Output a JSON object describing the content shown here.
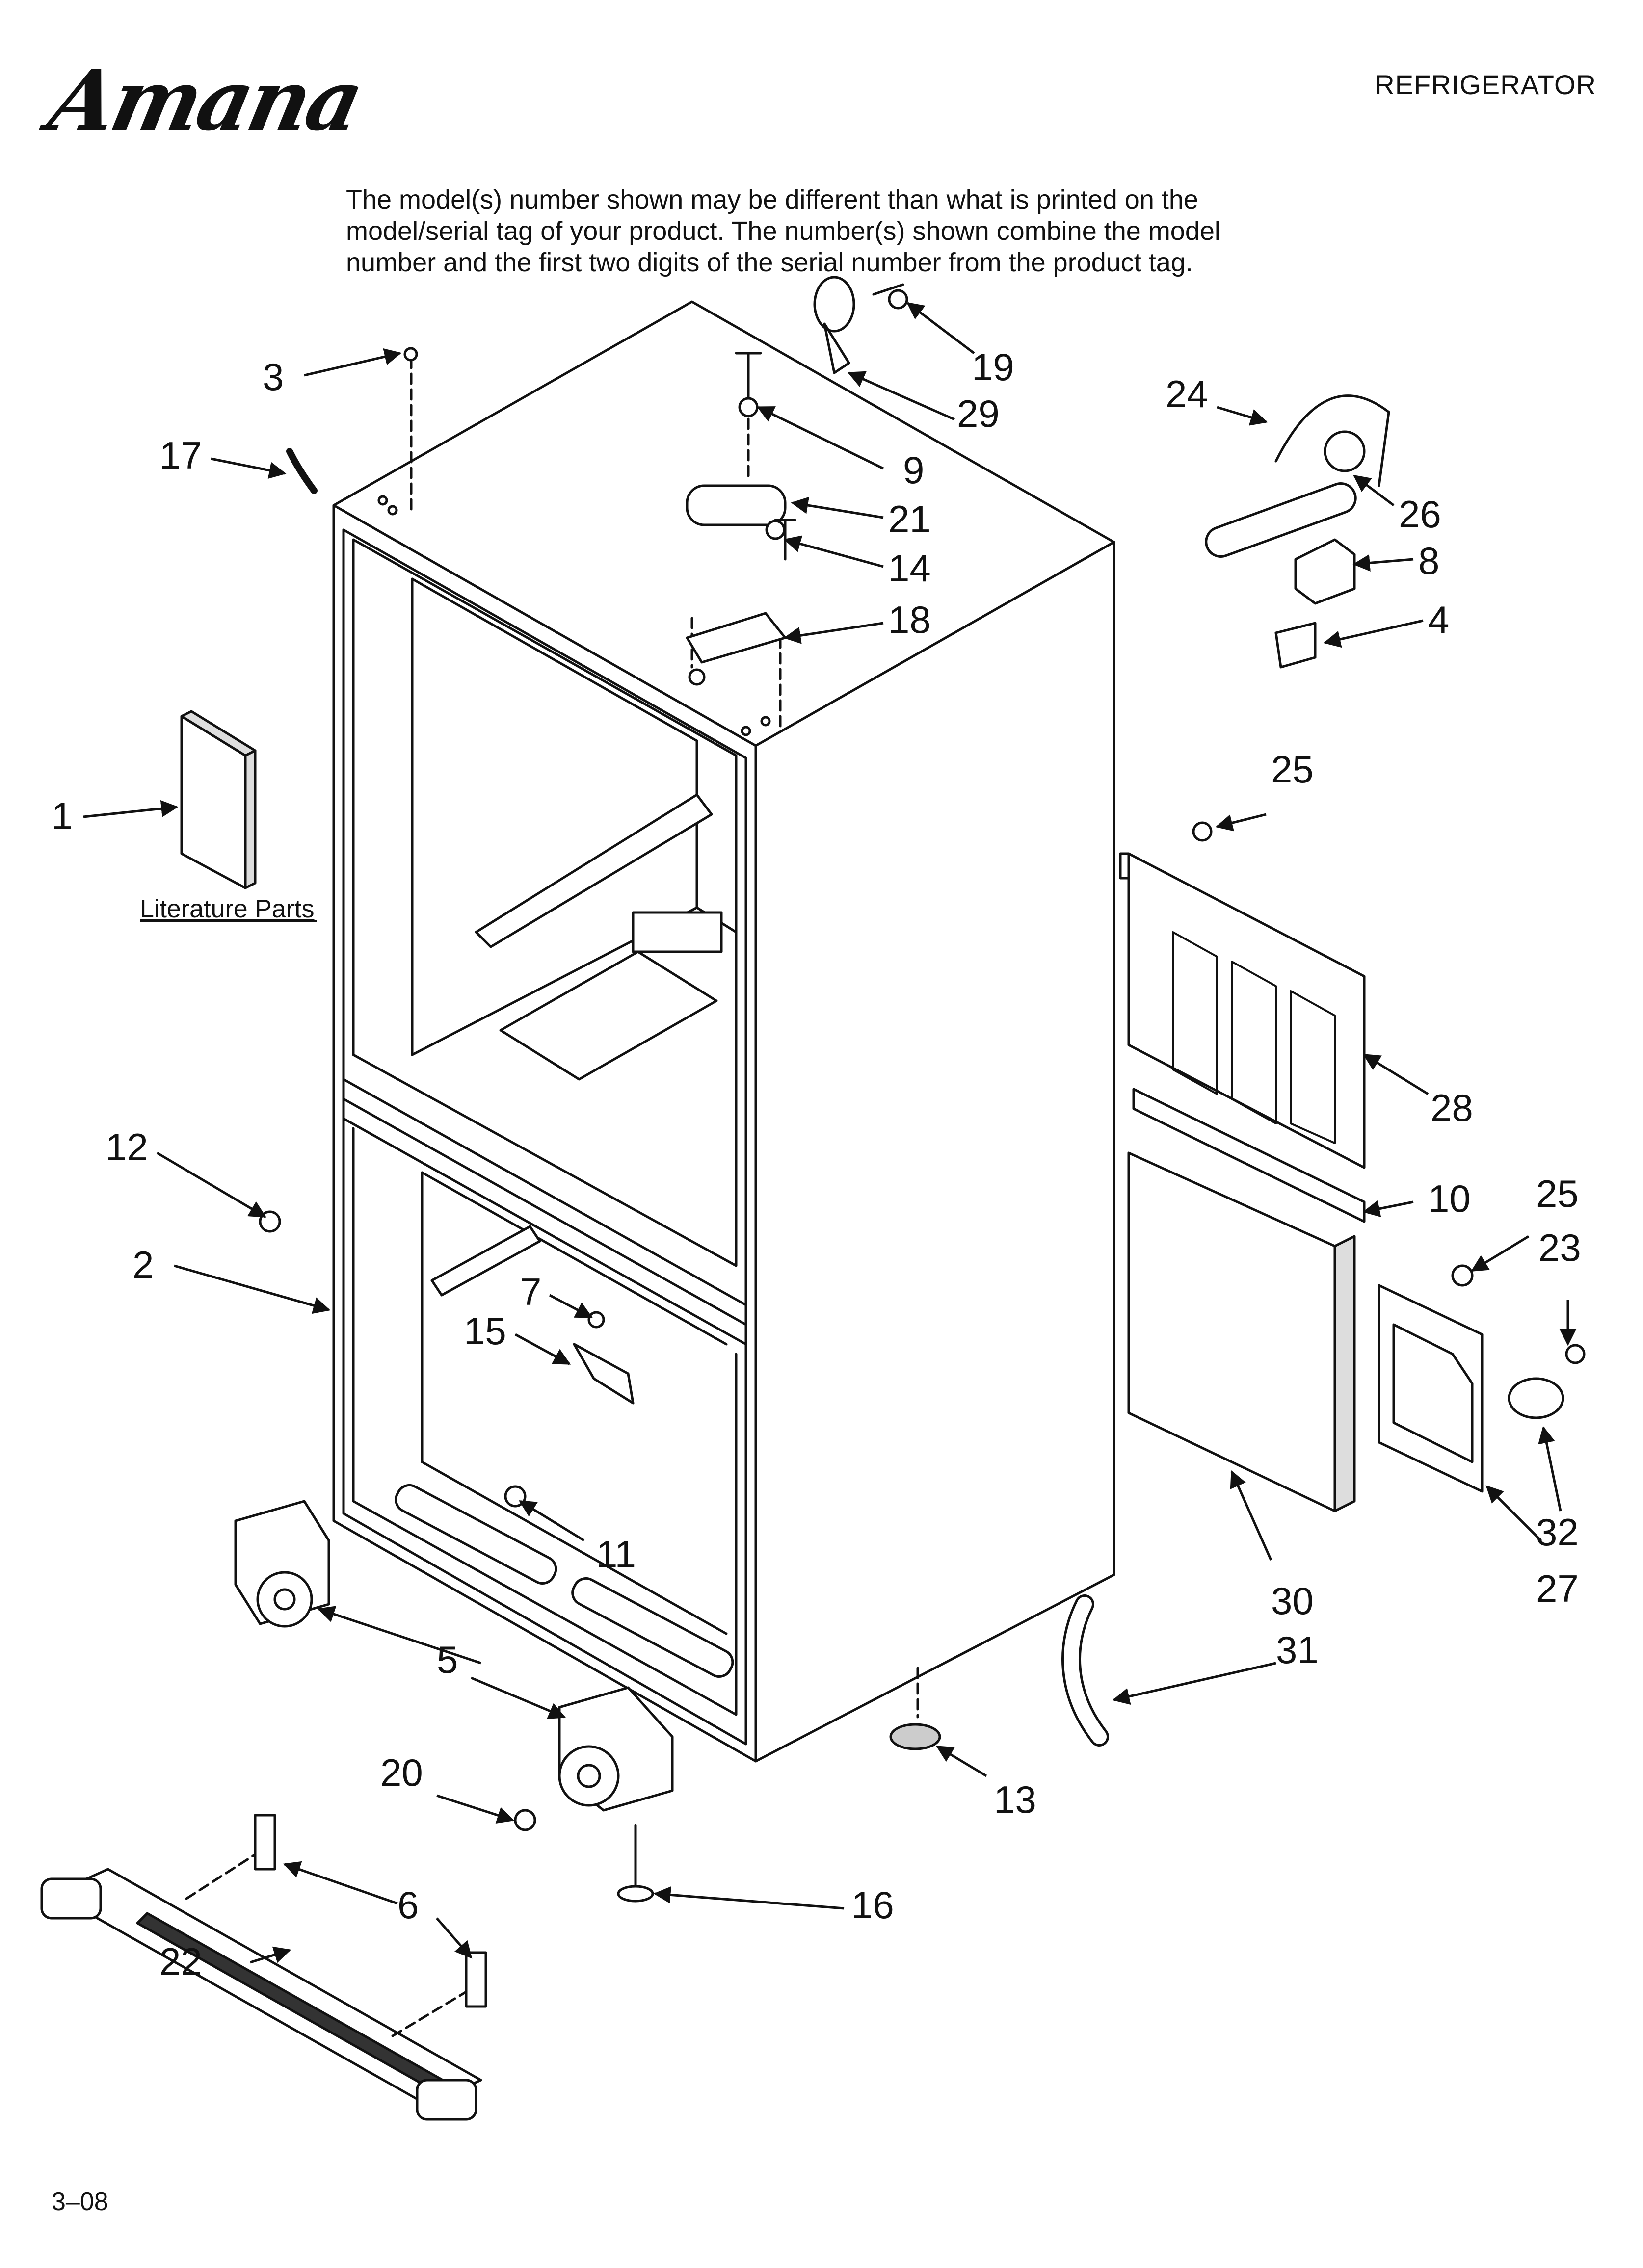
{
  "header": {
    "brand": "Amana",
    "category": "REFRIGERATOR"
  },
  "note": {
    "line1": "The model(s) number shown may be different than what is printed on the",
    "line2": "model/serial tag of your product. The number(s) shown combine the model",
    "line3": "number and the first two digits of the serial number from the product tag."
  },
  "literature_label": "Literature Parts",
  "callouts": {
    "c1": "1",
    "c2": "2",
    "c3": "3",
    "c4": "4",
    "c5": "5",
    "c6": "6",
    "c7": "7",
    "c8": "8",
    "c9": "9",
    "c10": "10",
    "c11": "11",
    "c12": "12",
    "c13": "13",
    "c14": "14",
    "c15": "15",
    "c16": "16",
    "c17": "17",
    "c18": "18",
    "c19": "19",
    "c20": "20",
    "c21": "21",
    "c22": "22",
    "c23": "23",
    "c24": "24",
    "c25a": "25",
    "c25b": "25",
    "c26": "26",
    "c27": "27",
    "c28": "28",
    "c29": "29",
    "c30": "30",
    "c31": "31",
    "c32": "32"
  },
  "footer": {
    "code": "3–08"
  }
}
